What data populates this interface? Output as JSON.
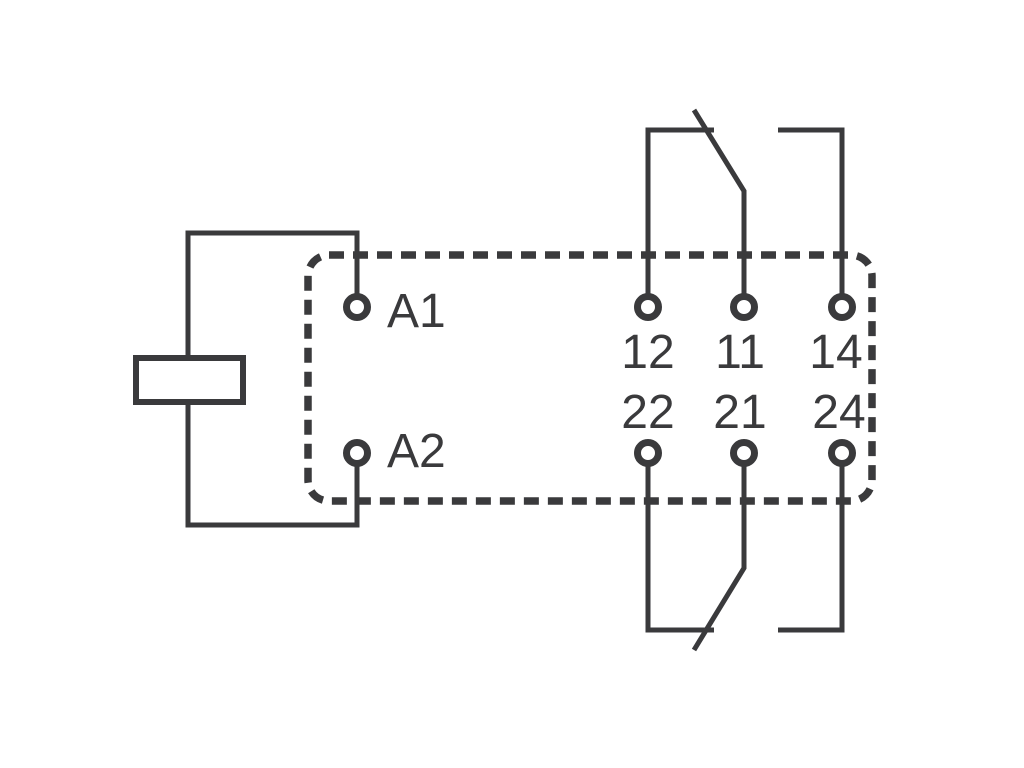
{
  "diagram": {
    "type": "relay-schematic",
    "colors": {
      "line": "#3a3a3c",
      "background": "#ffffff"
    },
    "coil": {
      "terminals": [
        {
          "label": "A1"
        },
        {
          "label": "A2"
        }
      ]
    },
    "contacts": {
      "top": {
        "terminals": [
          {
            "label": "12"
          },
          {
            "label": "11"
          },
          {
            "label": "14"
          }
        ]
      },
      "bottom": {
        "terminals": [
          {
            "label": "22"
          },
          {
            "label": "21"
          },
          {
            "label": "24"
          }
        ]
      }
    }
  }
}
